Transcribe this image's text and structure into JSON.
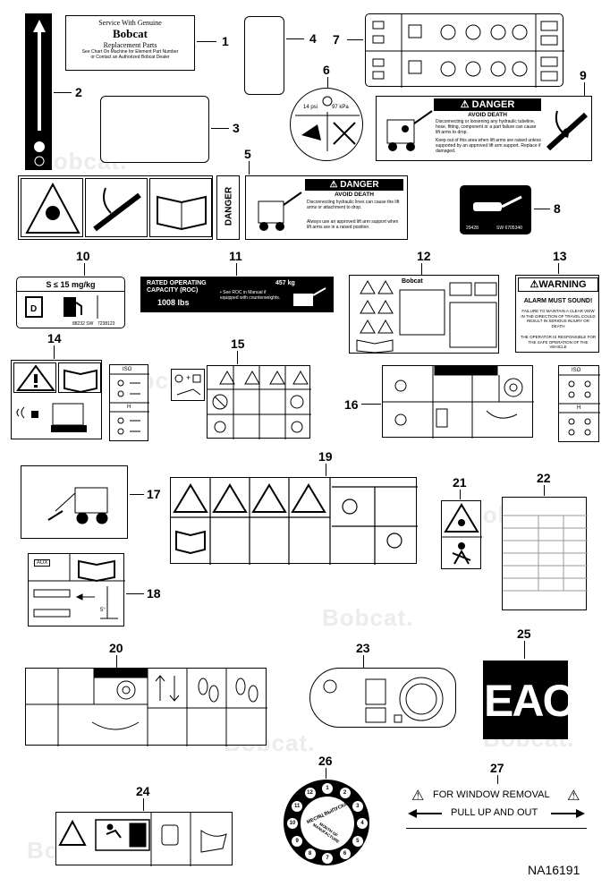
{
  "watermark": "Bobcat.",
  "figure_id": "NA16191",
  "decals": {
    "d1": {
      "title": "Service With Genuine",
      "brand": "Bobcat",
      "sub": "Replacement Parts",
      "note1": "See Chart On Machine for Element Part Number",
      "note2": "or Contact an Authorized Bobcat Dealer"
    },
    "d9": {
      "header": "DANGER",
      "sub": "AVOID DEATH",
      "b1": "Disconnecting or loosening any hydraulic tubeline, hose, fitting, component or a part failure can cause lift arms to drop.",
      "b2": "Keep out of this area when lift arms are raised unless supported by an approved lift arm support. Replace if damaged."
    },
    "d5": {
      "header": "DANGER",
      "sub": "AVOID DEATH",
      "b1": "Disconnecting hydraulic lines can cause the lift arms or attachment to drop.",
      "b2": "Always use an approved lift arm support when lift arms are in a raised position.",
      "vertical": "DANGER"
    },
    "d6": {
      "p1": "14 psi",
      "p2": "97 kPa"
    },
    "d8": {
      "n1": "29428",
      "n2": "SW 6705340"
    },
    "d10": {
      "spec": "S ≤ 15 mg/kg",
      "n1": "88232 SW",
      "n2": "7238123"
    },
    "d11": {
      "l1": "RATED OPERATING",
      "l2": "CAPACITY (ROC)",
      "value": "1008 lbs",
      "kg": "457 kg",
      "note": "• See ROC in Manual if equipped with counterweights."
    },
    "d12": {
      "brand": "Bobcat"
    },
    "d13": {
      "header": "WARNING",
      "sub": "ALARM MUST SOUND!",
      "t1": "FAILURE TO MAINTAIN A CLEAR VIEW IN THE DIRECTION OF TRAVEL COULD RESULT IN SERIOUS INJURY OR DEATH",
      "t2": "THE OPERATOR IS RESPONSIBLE FOR THE SAFE OPERATION OF THE VEHICLE"
    },
    "d15": {
      "hint": "+"
    },
    "d18": {
      "aux": "AUX",
      "deg": "5°"
    },
    "d26": {
      "top": "МЕСЯЦ ВЫПУСКА",
      "bottom": "MONTH OF MANUFACTURE"
    },
    "d27": {
      "l1": "FOR WINDOW REMOVAL",
      "l2": "PULL UP AND OUT"
    },
    "d25": {
      "mark": "EAC"
    },
    "iso": "ISO",
    "h": "H"
  },
  "callouts": [
    "1",
    "2",
    "3",
    "4",
    "5",
    "6",
    "7",
    "8",
    "9",
    "10",
    "11",
    "12",
    "13",
    "14",
    "15",
    "16",
    "17",
    "18",
    "19",
    "20",
    "21",
    "22",
    "23",
    "24",
    "25",
    "26",
    "27"
  ],
  "clock": [
    "1",
    "2",
    "3",
    "4",
    "5",
    "6",
    "7",
    "8",
    "9",
    "10",
    "11",
    "12"
  ]
}
